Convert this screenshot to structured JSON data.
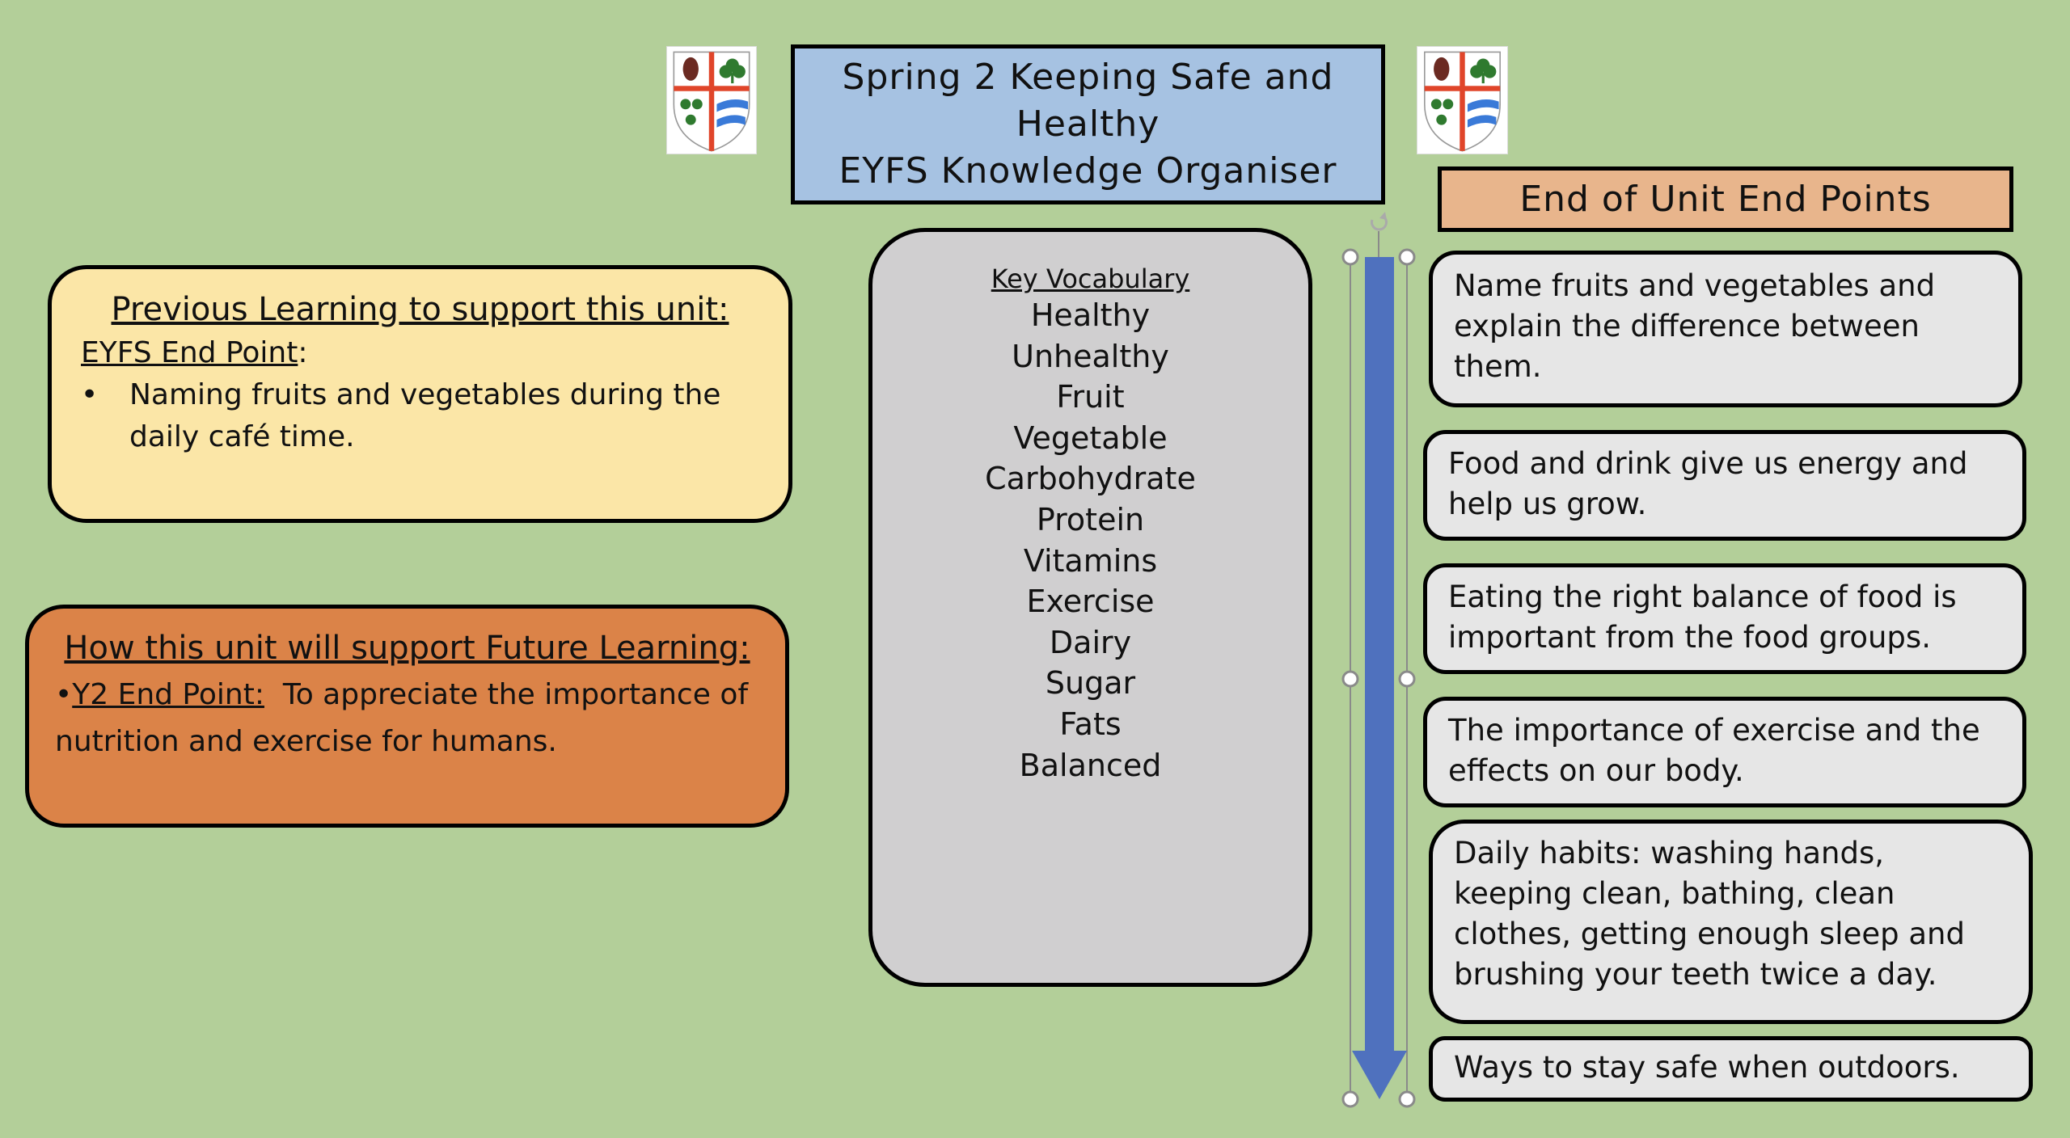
{
  "header": {
    "title_lines": [
      "Spring 2 Keeping Safe and",
      "Healthy",
      "EYFS Knowledge Organiser"
    ],
    "crest_icon": "school-crest-icon"
  },
  "previous_learning": {
    "title": "Previous Learning to support this unit:",
    "subtitle": "EYFS End Point",
    "subtitle_suffix": ":",
    "bullets": [
      "Naming fruits and vegetables during the daily café time."
    ]
  },
  "future_learning": {
    "title": "How this unit will support Future Learning:",
    "bullet_prefix": "•",
    "label": "Y2 End Point:",
    "text": "  To appreciate the importance of nutrition and exercise for humans."
  },
  "vocabulary": {
    "heading": "Key Vocabulary",
    "words": [
      "Healthy",
      "Unhealthy",
      "Fruit",
      "Vegetable",
      "Carbohydrate",
      "Protein",
      "Vitamins",
      "Exercise",
      "Dairy",
      "Sugar",
      "Fats",
      "Balanced"
    ]
  },
  "end_points": {
    "heading": "End of Unit End Points",
    "items": [
      "Name fruits and vegetables and explain the difference between them.",
      "Food and drink give us energy and help us grow.",
      "Eating the right balance of food is important from the food groups.",
      "The importance of exercise and the effects on our body.",
      "Daily habits: washing hands, keeping clean, bathing, clean clothes, getting enough sleep and brushing your teeth twice a day.",
      "Ways to stay safe when outdoors."
    ]
  },
  "colors": {
    "background": "#b3cf99",
    "title_box": "#a6c2e2",
    "end_header": "#e8b58c",
    "previous_box": "#fbe6a7",
    "future_box": "#db8348",
    "vocab_box": "#d0cfd0",
    "end_point_box": "#e6e6e6",
    "arrow": "#4f71be"
  }
}
